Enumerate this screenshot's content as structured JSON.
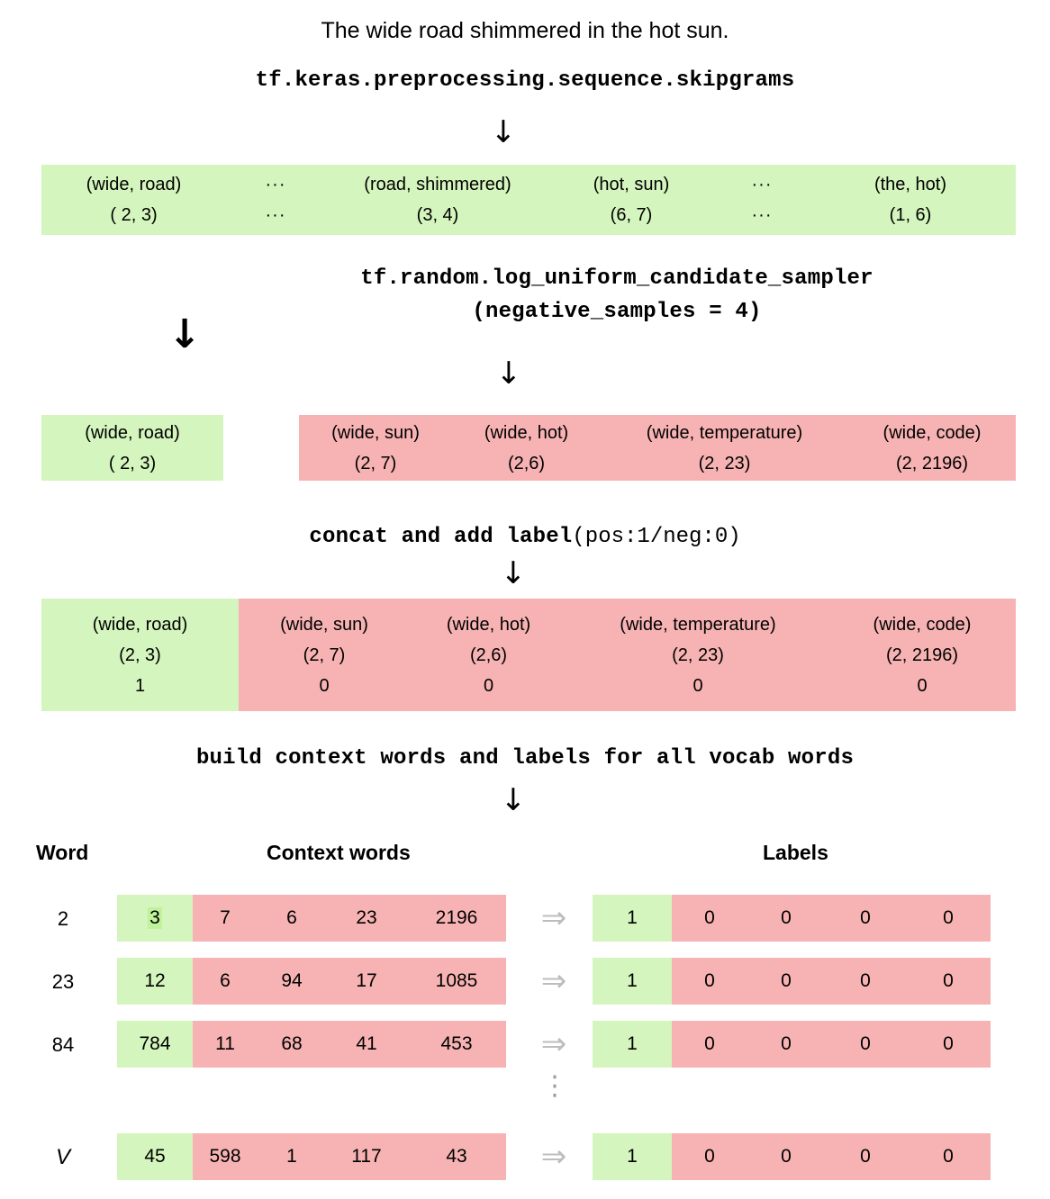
{
  "sentence": "The wide road shimmered in the hot sun.",
  "steps": {
    "skipgrams_api": "tf.keras.preprocessing.sequence.skipgrams",
    "sampler_api": "tf.random.log_uniform_candidate_sampler",
    "sampler_args": "(negative_samples = 4)",
    "concat_label_main": "concat and add label",
    "concat_label_paren": "(pos:1/neg:0)",
    "build_label": "build context words and labels for all vocab words",
    "arrow_glyph": "↓",
    "ellipsis_glyph": "···"
  },
  "skipgram_band": {
    "color": "#d4f5bd",
    "cells": [
      {
        "pair": "(wide, road)",
        "index": "( 2, 3)"
      },
      {
        "pair": "···",
        "index": "···"
      },
      {
        "pair": "(road, shimmered)",
        "index": "(3, 4)"
      },
      {
        "pair": "(hot, sun)",
        "index": "(6, 7)"
      },
      {
        "pair": "···",
        "index": "···"
      },
      {
        "pair": "(the, hot)",
        "index": "(1, 6)"
      }
    ]
  },
  "positive_band": {
    "color": "#d4f5bd",
    "cells": [
      {
        "pair": "(wide, road)",
        "index": "( 2, 3)"
      }
    ]
  },
  "negative_band": {
    "color": "#f7b3b3",
    "cells": [
      {
        "pair": "(wide, sun)",
        "index": "(2, 7)"
      },
      {
        "pair": "(wide, hot)",
        "index": "(2,6)"
      },
      {
        "pair": "(wide, temperature)",
        "index": "(2, 23)"
      },
      {
        "pair": "(wide, code)",
        "index": "(2, 2196)"
      }
    ]
  },
  "concat_band": {
    "positive": [
      {
        "pair": "(wide, road)",
        "index": "(2, 3)",
        "label": "1"
      }
    ],
    "negative": [
      {
        "pair": "(wide, sun)",
        "index": "(2, 7)",
        "label": "0"
      },
      {
        "pair": "(wide, hot)",
        "index": "(2,6)",
        "label": "0"
      },
      {
        "pair": "(wide, temperature)",
        "index": "(2, 23)",
        "label": "0"
      },
      {
        "pair": "(wide, code)",
        "index": "(2, 2196)",
        "label": "0"
      }
    ]
  },
  "table": {
    "headers": {
      "word": "Word",
      "context": "Context words",
      "labels": "Labels"
    },
    "arrow_glyph": "⇒",
    "vdots_glyph": "⋮",
    "rows": [
      {
        "word": "2",
        "context_positive": "3",
        "context_negative": [
          "7",
          "6",
          "23",
          "2196"
        ],
        "label_positive": "1",
        "label_negative": [
          "0",
          "0",
          "0",
          "0"
        ]
      },
      {
        "word": "23",
        "context_positive": "12",
        "context_negative": [
          "6",
          "94",
          "17",
          "1085"
        ],
        "label_positive": "1",
        "label_negative": [
          "0",
          "0",
          "0",
          "0"
        ]
      },
      {
        "word": "84",
        "context_positive": "784",
        "context_negative": [
          "11",
          "68",
          "41",
          "453"
        ],
        "label_positive": "1",
        "label_negative": [
          "0",
          "0",
          "0",
          "0"
        ]
      },
      {
        "word": "V",
        "context_positive": "45",
        "context_negative": [
          "598",
          "1",
          "117",
          "43"
        ],
        "label_positive": "1",
        "label_negative": [
          "0",
          "0",
          "0",
          "0"
        ]
      }
    ]
  }
}
